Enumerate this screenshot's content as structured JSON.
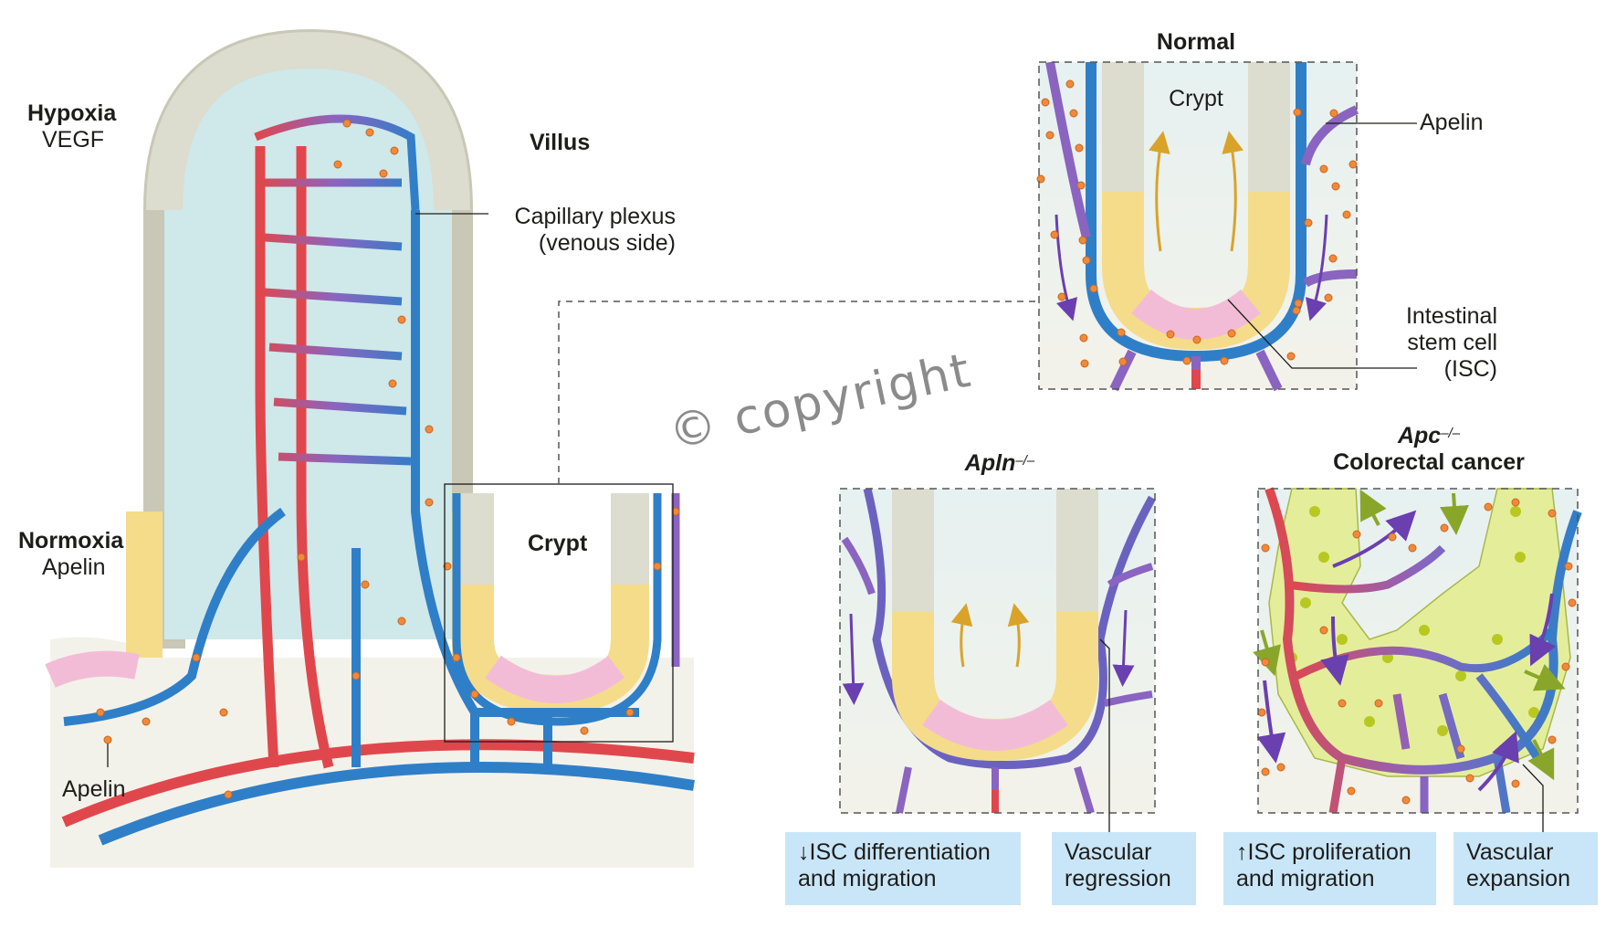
{
  "figure": {
    "left_panel": {
      "hypoxia_title": "Hypoxia",
      "hypoxia_factor": "VEGF",
      "villus_label": "Villus",
      "capillary_label_line1": "Capillary plexus",
      "capillary_label_line2": "(venous side)",
      "normoxia_title": "Normoxia",
      "normoxia_factor": "Apelin",
      "crypt_label": "Crypt",
      "apelin_label": "Apelin"
    },
    "normal_panel": {
      "title": "Normal",
      "crypt_label": "Crypt",
      "apelin_label": "Apelin",
      "isc_line1": "Intestinal",
      "isc_line2": "stem cell",
      "isc_line3": "(ISC)"
    },
    "apln_panel": {
      "title_gene": "Apln",
      "title_sup": "–/–",
      "effect_box_1_line1": "↓ISC differentiation",
      "effect_box_1_line2": "and migration",
      "effect_box_2_line1": "Vascular",
      "effect_box_2_line2": "regression"
    },
    "apc_panel": {
      "title_gene": "Apc",
      "title_sup": "–/–",
      "title_line2": "Colorectal cancer",
      "effect_box_1_line1": "↑ISC proliferation",
      "effect_box_1_line2": "and migration",
      "effect_box_2_line1": "Vascular",
      "effect_box_2_line2": "expansion"
    },
    "watermark": "© copyright",
    "colors": {
      "artery": "#e0474c",
      "vein": "#2f7fc8",
      "transition": "#8a64c0",
      "apelin_dot": "#f08a3a",
      "epithelium": "#dcdccf",
      "transit_cell": "#f5dc8a",
      "stem_cell": "#f3bcd6",
      "tumor_cell": "#e4ee9a",
      "lamina": "#cfe8ea",
      "effect_box": "#c9e6f8",
      "migration_arrow": "#d9a32a",
      "flow_arrow": "#6a3fb0",
      "tumor_arrow": "#8aa62a"
    }
  }
}
